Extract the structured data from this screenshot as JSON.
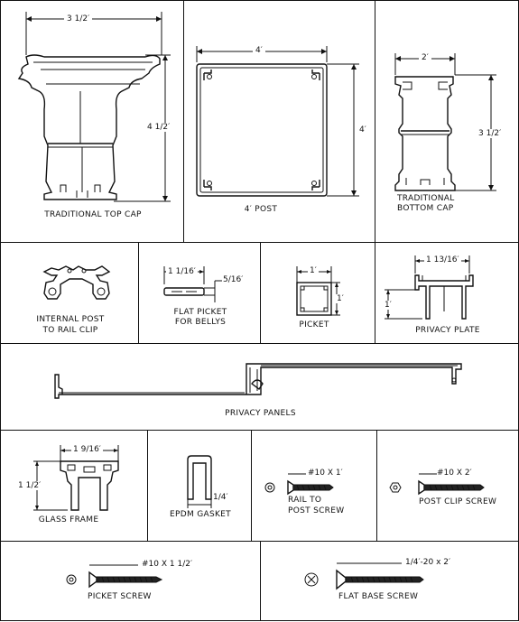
{
  "parts": {
    "traditional_top_cap": {
      "name": "TRADITIONAL TOP CAP",
      "width": "3 1/2′",
      "height": "4 1/2′"
    },
    "post": {
      "name": "4′ POST",
      "width": "4′",
      "height": "4′"
    },
    "traditional_bottom_cap": {
      "name_line1": "TRADITIONAL",
      "name_line2": "BOTTOM CAP",
      "width": "2′",
      "height": "3 1/2′"
    },
    "internal_post_clip": {
      "name_line1": "INTERNAL POST",
      "name_line2": "TO RAIL CLIP"
    },
    "flat_picket": {
      "name_line1": "FLAT PICKET",
      "name_line2": "FOR BELLYS",
      "width": "1 1/16′",
      "thickness": "5/16′"
    },
    "picket": {
      "name": "PICKET",
      "width": "1′",
      "height": "1′"
    },
    "privacy_plate": {
      "name": "PRIVACY PLATE",
      "width": "1 13/16′",
      "height": "1′"
    },
    "privacy_panels": {
      "name": "PRIVACY PANELS"
    },
    "glass_frame": {
      "name": "GLASS FRAME",
      "width": "1 9/16′",
      "height": "1 1/2′"
    },
    "epdm_gasket": {
      "name": "EPDM GASKET",
      "width": "1/4′"
    },
    "rail_to_post_screw": {
      "name_line1": "RAIL TO",
      "name_line2": "POST SCREW",
      "size": "#10 X 1′"
    },
    "post_clip_screw": {
      "name": "POST CLIP SCREW",
      "size": "#10 X 2′"
    },
    "picket_screw": {
      "name": "PICKET SCREW",
      "size": "#10 X 1 1/2′"
    },
    "flat_base_screw": {
      "name": "FLAT BASE SCREW",
      "size": "1/4′-20 x 2′"
    }
  },
  "icons": [
    "top-cap-profile-icon",
    "post-profile-icon",
    "bottom-cap-profile-icon",
    "clip-profile-icon",
    "flat-picket-profile-icon",
    "picket-profile-icon",
    "privacy-plate-profile-icon",
    "privacy-panel-profile-icon",
    "glass-frame-profile-icon",
    "gasket-profile-icon",
    "screw-icon",
    "screw-head-icon"
  ]
}
